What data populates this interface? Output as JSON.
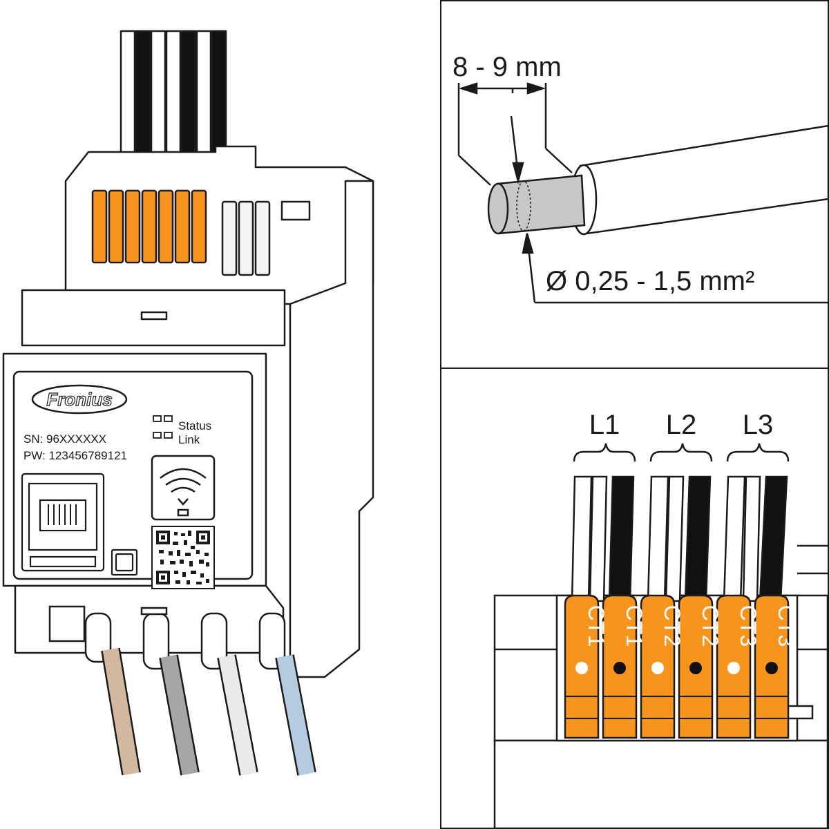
{
  "device": {
    "brand": "Fronius",
    "serial_line": "SN:  96XXXXXX",
    "password_line": "PW: 123456789121",
    "led_status_label": "Status",
    "led_link_label": "Link"
  },
  "strip_detail": {
    "strip_length_label": "8 - 9 mm",
    "cross_section_label": "Ø 0,25 - 1,5 mm²"
  },
  "terminal_detail": {
    "phases": [
      {
        "label": "L1"
      },
      {
        "label": "L2"
      },
      {
        "label": "L3"
      }
    ],
    "terminals": [
      {
        "label": "CT1",
        "dot": "white"
      },
      {
        "label": "CT1",
        "dot": "black"
      },
      {
        "label": "CT2",
        "dot": "white"
      },
      {
        "label": "CT2",
        "dot": "black"
      },
      {
        "label": "CT3",
        "dot": "white"
      },
      {
        "label": "CT3",
        "dot": "black"
      }
    ]
  },
  "colors": {
    "terminal_orange": "#F7941D",
    "wire_brown": "#D2B8A0",
    "wire_grey": "#A6A6A6",
    "wire_white": "#EAEAEA",
    "wire_blue": "#B5CCE0",
    "ferrule_grey": "#C7C7C7"
  }
}
